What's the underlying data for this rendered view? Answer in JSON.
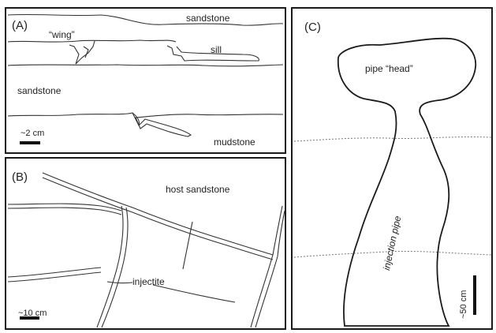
{
  "panels": {
    "a": {
      "label": "(A)",
      "labels": {
        "sandstone_top": "sandstone",
        "wing": "“wing”",
        "sill": "sill",
        "sandstone_mid": "sandstone",
        "mudstone": "mudstone"
      },
      "scale": "~2 cm"
    },
    "b": {
      "label": "(B)",
      "labels": {
        "host": "host sandstone",
        "injectite": "injectite"
      },
      "scale": "~10 cm"
    },
    "c": {
      "label": "(C)",
      "labels": {
        "head": "pipe “head”",
        "pipe": "injection pipe"
      },
      "scale": "~50 cm"
    }
  }
}
